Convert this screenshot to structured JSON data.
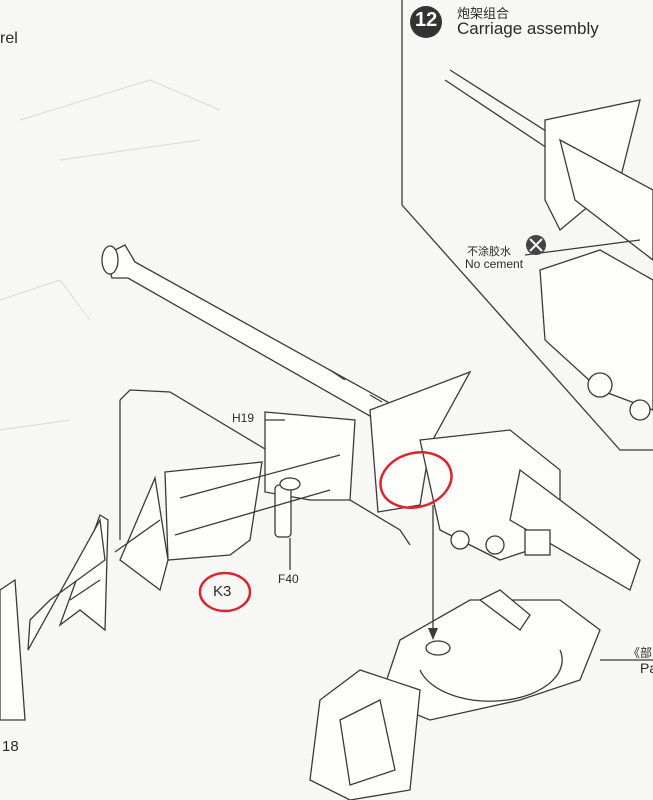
{
  "left_step": {
    "title_fragment": "rel"
  },
  "step12": {
    "number": "12",
    "title_cn": "炮架组合",
    "title_en": "Carriage assembly"
  },
  "note": {
    "label_cn": "不涂胶水",
    "label_en": "No cement",
    "icon": "no-cement-icon"
  },
  "parts": {
    "h19": "H19",
    "f40": "F40",
    "k3": "K3",
    "p18": "18"
  },
  "right_edge": {
    "label_cn": "《部",
    "label_en": "Pa"
  },
  "colors": {
    "highlight_circle": "#d9262b",
    "line": "#3a3a3a"
  }
}
